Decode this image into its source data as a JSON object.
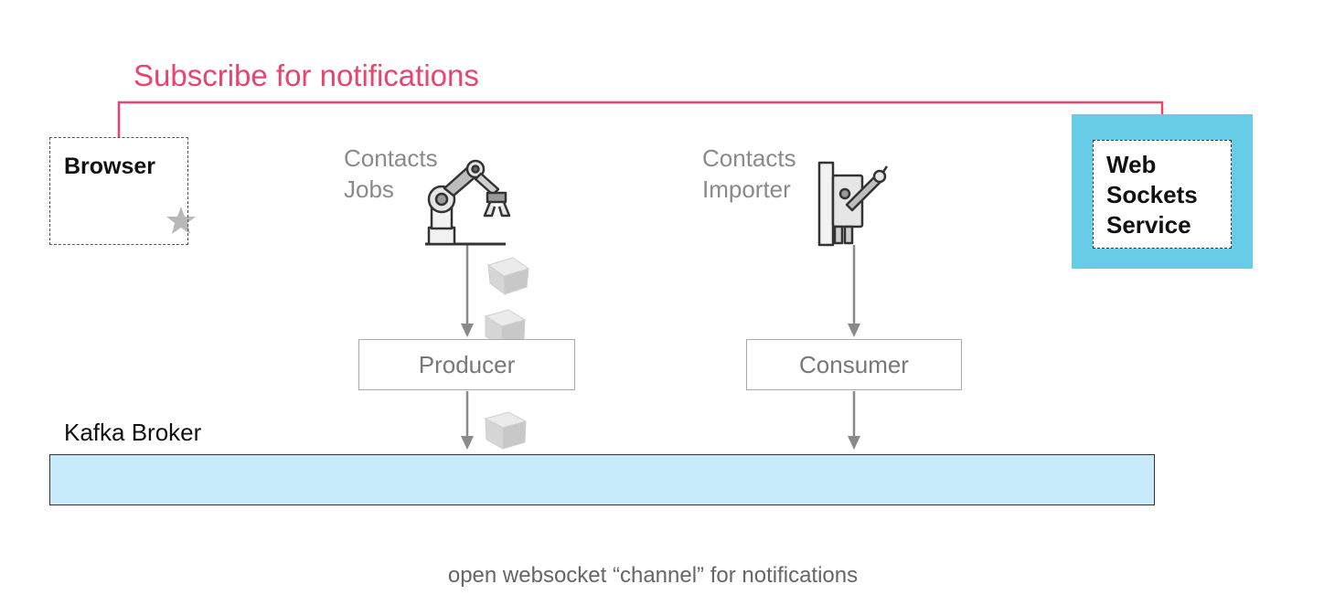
{
  "subscribe_label": "Subscribe for notifications",
  "browser": {
    "label": "Browser"
  },
  "ws_service": {
    "line1": "Web",
    "line2": "Sockets",
    "line3": "Service"
  },
  "jobs": {
    "line1": "Contacts",
    "line2": "Jobs"
  },
  "importer": {
    "line1": "Contacts",
    "line2": "Importer"
  },
  "producer": {
    "label": "Producer"
  },
  "consumer": {
    "label": "Consumer"
  },
  "kafka": {
    "label": "Kafka Broker"
  },
  "caption": "open websocket “channel” for notifications",
  "colors": {
    "subscribe": "#e8456e",
    "ws_outer": "#67cde6",
    "kafka_bar": "#c7ebfb",
    "arrow": "#8a8a8a",
    "cube": "#d4d4d4"
  },
  "icons": [
    "robot-arm-icon",
    "robot-arm-wall-icon",
    "cube-icon",
    "star-icon"
  ]
}
